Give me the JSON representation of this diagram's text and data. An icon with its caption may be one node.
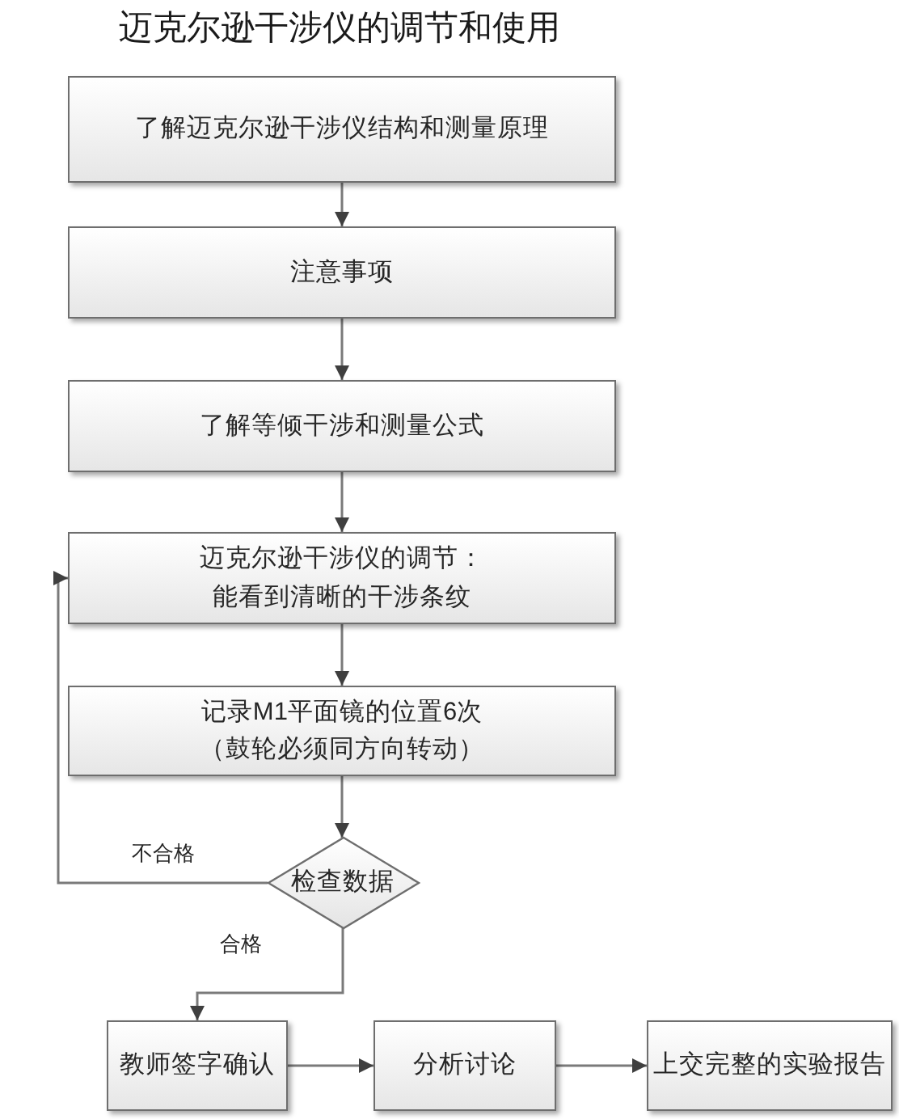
{
  "diagram": {
    "title": "迈克尔逊干涉仪的调节和使用",
    "nodes": [
      {
        "text": [
          "了解迈克尔逊干涉仪结构和测量原理"
        ]
      },
      {
        "text": [
          "注意事项"
        ]
      },
      {
        "text": [
          "了解等倾干涉和测量公式"
        ]
      },
      {
        "text": [
          "迈克尔逊干涉仪的调节：能看到清晰的干涉条纹"
        ]
      },
      {
        "text": [
          "记录M1平面镜的位置6次（鼓轮必须同方向转动）"
        ]
      },
      {
        "text": [
          "检查数据"
        ]
      },
      {
        "text": [
          "教师签字确认"
        ]
      },
      {
        "text": [
          "分析讨论"
        ]
      },
      {
        "text": [
          "上交完整的实验报告"
        ]
      }
    ],
    "edges": [
      {
        "from": 0,
        "to": 1,
        "arrow": "to"
      },
      {
        "from": 1,
        "to": 2,
        "arrow": "to"
      },
      {
        "from": 2,
        "to": 3,
        "arrow": "to"
      },
      {
        "from": 3,
        "to": 4,
        "arrow": "to"
      },
      {
        "from": 4,
        "to": 5,
        "arrow": "to"
      },
      {
        "from": 5,
        "to": 3,
        "arrow": "to",
        "label": "不合格"
      },
      {
        "from": 5,
        "to": 6,
        "arrow": "to",
        "label": "合格"
      },
      {
        "from": 6,
        "to": 7,
        "arrow": "to"
      },
      {
        "from": 7,
        "to": 8,
        "arrow": "to"
      }
    ]
  }
}
